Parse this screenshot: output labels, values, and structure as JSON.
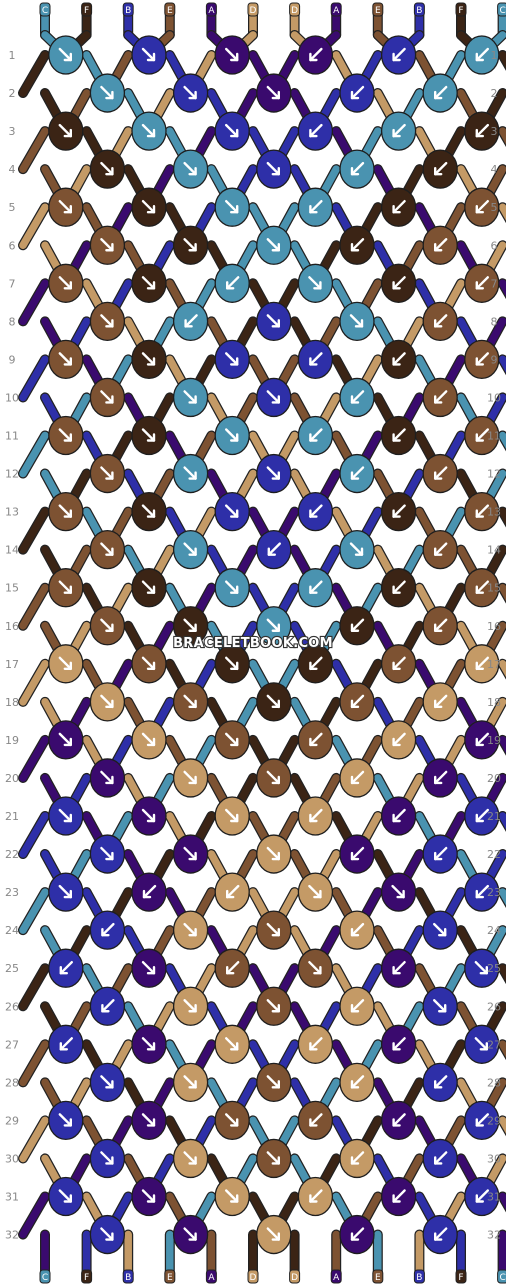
{
  "colors": {
    "C": "#4a93b0",
    "F": "#3b2415",
    "B": "#2e2fa8",
    "E": "#7d5232",
    "A": "#3a0a6e",
    "D": "#c49a66"
  },
  "watermark": "BRACELETBOOK.COM",
  "strands_top": [
    "C",
    "F",
    "B",
    "E",
    "A",
    "D",
    "D",
    "A",
    "E",
    "B",
    "F",
    "C"
  ],
  "strands_bottom": [
    "C",
    "F",
    "B",
    "E",
    "A",
    "D",
    "D",
    "A",
    "E",
    "B",
    "F",
    "C"
  ],
  "row_labels": [
    "1",
    "2",
    "3",
    "4",
    "5",
    "6",
    "7",
    "8",
    "9",
    "10",
    "11",
    "12",
    "13",
    "14",
    "15",
    "16",
    "17",
    "18",
    "19",
    "20",
    "21",
    "22",
    "23",
    "24",
    "25",
    "26",
    "27",
    "28",
    "29",
    "30",
    "31",
    "32"
  ],
  "knot_rows": [
    {
      "c": [
        "C",
        "B",
        "A",
        "A",
        "B",
        "C"
      ],
      "d": [
        "r",
        "r",
        "r",
        "l",
        "l",
        "l"
      ]
    },
    {
      "c": [
        "C",
        "B",
        "A",
        "B",
        "C"
      ],
      "d": [
        "r",
        "r",
        "r",
        "l",
        "l"
      ]
    },
    {
      "c": [
        "F",
        "C",
        "B",
        "B",
        "C",
        "F"
      ],
      "d": [
        "r",
        "r",
        "r",
        "l",
        "l",
        "l"
      ]
    },
    {
      "c": [
        "F",
        "C",
        "B",
        "C",
        "F"
      ],
      "d": [
        "r",
        "r",
        "r",
        "l",
        "l"
      ]
    },
    {
      "c": [
        "E",
        "F",
        "C",
        "C",
        "F",
        "E"
      ],
      "d": [
        "r",
        "r",
        "r",
        "l",
        "l",
        "l"
      ]
    },
    {
      "c": [
        "E",
        "F",
        "C",
        "F",
        "E"
      ],
      "d": [
        "r",
        "r",
        "r",
        "l",
        "l"
      ]
    },
    {
      "c": [
        "E",
        "F",
        "C",
        "C",
        "F",
        "E"
      ],
      "d": [
        "r",
        "r",
        "l",
        "r",
        "l",
        "l"
      ]
    },
    {
      "c": [
        "E",
        "C",
        "B",
        "C",
        "E"
      ],
      "d": [
        "r",
        "l",
        "r",
        "r",
        "l"
      ]
    },
    {
      "c": [
        "E",
        "F",
        "B",
        "B",
        "F",
        "E"
      ],
      "d": [
        "r",
        "r",
        "r",
        "l",
        "l",
        "l"
      ]
    },
    {
      "c": [
        "E",
        "C",
        "B",
        "C",
        "E"
      ],
      "d": [
        "r",
        "r",
        "r",
        "l",
        "l"
      ]
    },
    {
      "c": [
        "E",
        "F",
        "C",
        "C",
        "F",
        "E"
      ],
      "d": [
        "r",
        "r",
        "r",
        "l",
        "l",
        "l"
      ]
    },
    {
      "c": [
        "E",
        "C",
        "B",
        "C",
        "E"
      ],
      "d": [
        "r",
        "r",
        "r",
        "l",
        "l"
      ]
    },
    {
      "c": [
        "E",
        "F",
        "B",
        "B",
        "F",
        "E"
      ],
      "d": [
        "r",
        "r",
        "r",
        "l",
        "l",
        "l"
      ]
    },
    {
      "c": [
        "E",
        "C",
        "B",
        "C",
        "E"
      ],
      "d": [
        "r",
        "r",
        "l",
        "r",
        "l"
      ]
    },
    {
      "c": [
        "E",
        "F",
        "C",
        "C",
        "F",
        "E"
      ],
      "d": [
        "r",
        "r",
        "r",
        "l",
        "l",
        "l"
      ]
    },
    {
      "c": [
        "E",
        "F",
        "C",
        "F",
        "E"
      ],
      "d": [
        "r",
        "r",
        "r",
        "l",
        "l"
      ]
    },
    {
      "c": [
        "D",
        "E",
        "F",
        "F",
        "E",
        "D"
      ],
      "d": [
        "r",
        "r",
        "r",
        "l",
        "l",
        "l"
      ]
    },
    {
      "c": [
        "D",
        "E",
        "F",
        "E",
        "D"
      ],
      "d": [
        "r",
        "r",
        "r",
        "l",
        "l"
      ]
    },
    {
      "c": [
        "A",
        "D",
        "E",
        "E",
        "D",
        "A"
      ],
      "d": [
        "r",
        "r",
        "r",
        "l",
        "l",
        "l"
      ]
    },
    {
      "c": [
        "A",
        "D",
        "E",
        "D",
        "A"
      ],
      "d": [
        "r",
        "r",
        "r",
        "l",
        "l"
      ]
    },
    {
      "c": [
        "B",
        "A",
        "D",
        "D",
        "A",
        "B"
      ],
      "d": [
        "r",
        "r",
        "r",
        "l",
        "l",
        "l"
      ]
    },
    {
      "c": [
        "B",
        "A",
        "D",
        "A",
        "B"
      ],
      "d": [
        "r",
        "r",
        "r",
        "l",
        "l"
      ]
    },
    {
      "c": [
        "B",
        "A",
        "D",
        "D",
        "A",
        "B"
      ],
      "d": [
        "r",
        "l",
        "l",
        "r",
        "r",
        "l"
      ]
    },
    {
      "c": [
        "B",
        "D",
        "E",
        "D",
        "B"
      ],
      "d": [
        "l",
        "r",
        "r",
        "l",
        "r"
      ]
    },
    {
      "c": [
        "B",
        "A",
        "E",
        "E",
        "A",
        "B"
      ],
      "d": [
        "l",
        "r",
        "l",
        "r",
        "l",
        "r"
      ]
    },
    {
      "c": [
        "B",
        "D",
        "E",
        "D",
        "B"
      ],
      "d": [
        "l",
        "r",
        "r",
        "l",
        "r"
      ]
    },
    {
      "c": [
        "B",
        "A",
        "D",
        "D",
        "A",
        "B"
      ],
      "d": [
        "l",
        "r",
        "r",
        "l",
        "l",
        "r"
      ]
    },
    {
      "c": [
        "B",
        "D",
        "E",
        "D",
        "B"
      ],
      "d": [
        "r",
        "r",
        "r",
        "l",
        "l"
      ]
    },
    {
      "c": [
        "B",
        "A",
        "E",
        "E",
        "A",
        "B"
      ],
      "d": [
        "r",
        "r",
        "r",
        "l",
        "l",
        "l"
      ]
    },
    {
      "c": [
        "B",
        "D",
        "E",
        "D",
        "B"
      ],
      "d": [
        "r",
        "r",
        "r",
        "l",
        "l"
      ]
    },
    {
      "c": [
        "B",
        "A",
        "D",
        "D",
        "A",
        "B"
      ],
      "d": [
        "r",
        "r",
        "r",
        "l",
        "l",
        "l"
      ]
    },
    {
      "c": [
        "B",
        "A",
        "D",
        "A",
        "B"
      ],
      "d": [
        "r",
        "r",
        "r",
        "l",
        "l"
      ]
    }
  ]
}
